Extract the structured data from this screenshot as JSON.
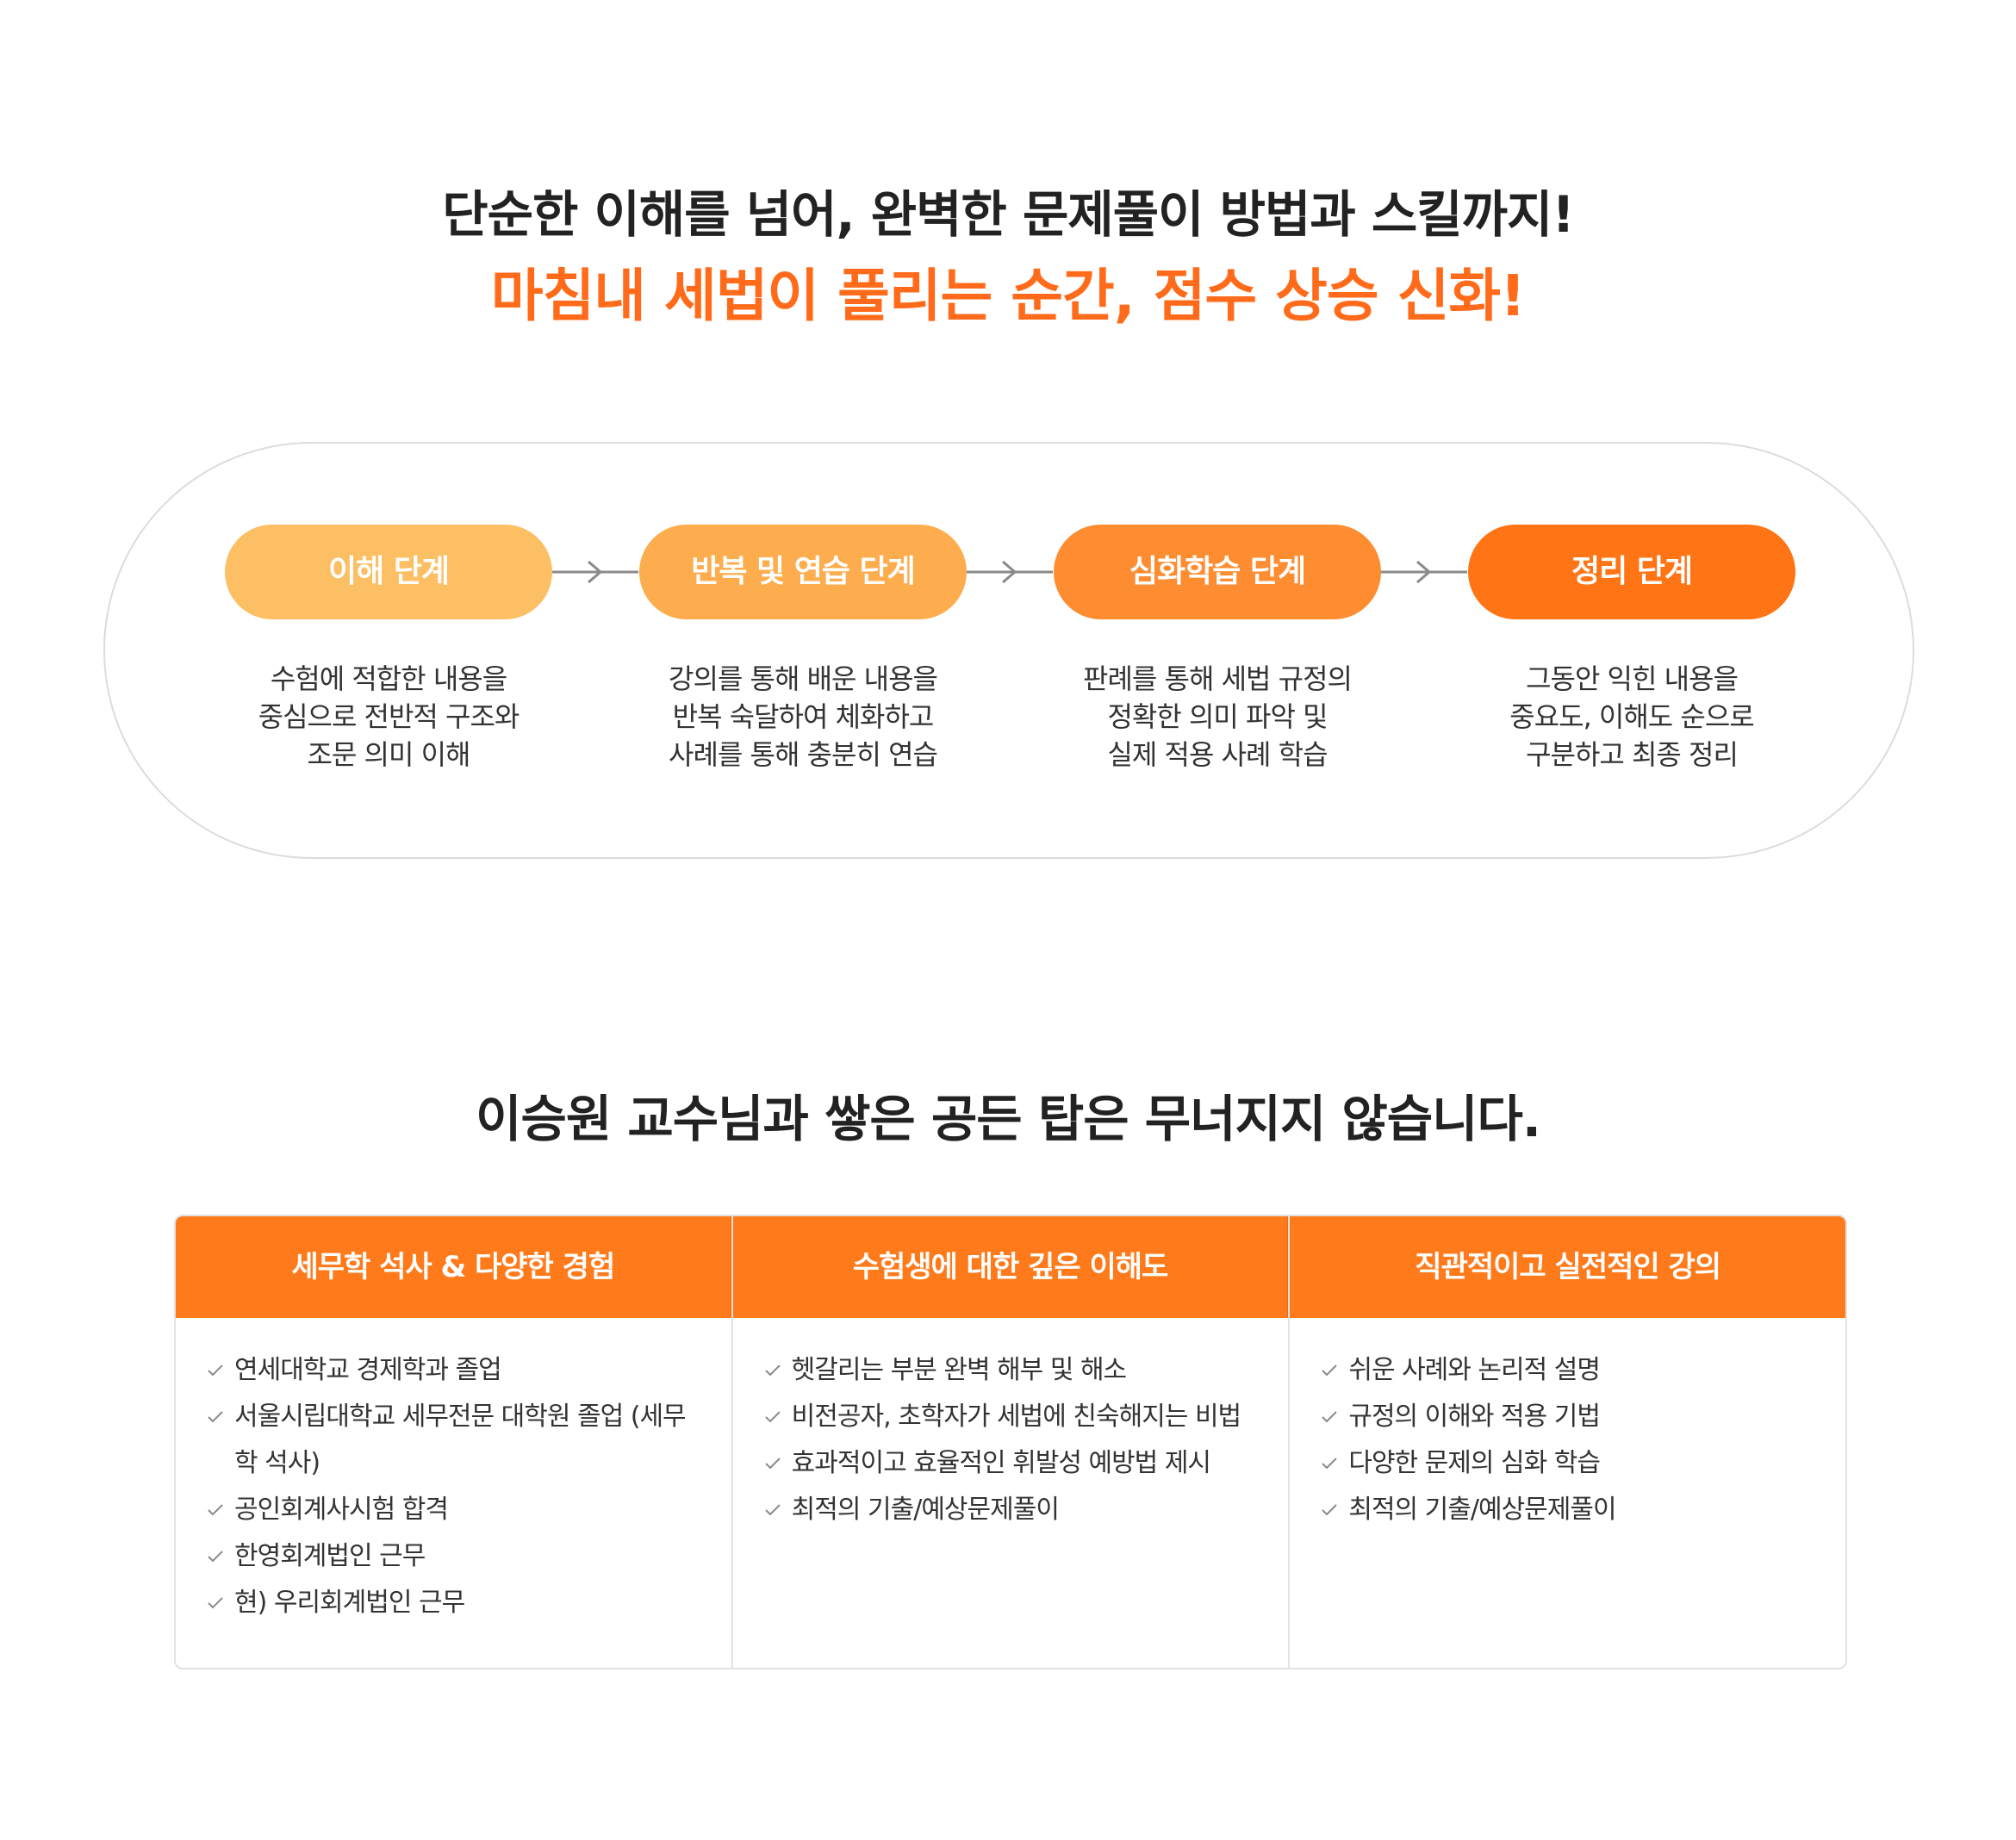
{
  "headline": {
    "line1": "단순한 이해를 넘어, 완벽한 문제풀이 방법과 스킬까지!",
    "line2": "마침내 세법이 풀리는 순간, 점수 상승 신화!"
  },
  "steps": [
    {
      "label": "이해 단계",
      "color": "#fdbf63",
      "desc": [
        "수험에 적합한 내용을",
        "중심으로 전반적 구조와",
        "조문 의미 이해"
      ]
    },
    {
      "label": "반복 및 연습 단계",
      "color": "#fdad4d",
      "desc": [
        "강의를 통해 배운  내용을",
        "반복 숙달하여 체화하고",
        "사례를 통해 충분히 연습"
      ]
    },
    {
      "label": "심화학습 단계",
      "color": "#fe8c30",
      "desc": [
        "판례를 통해 세법 규정의",
        "정확한 의미 파악 및",
        "실제 적용 사례 학습"
      ]
    },
    {
      "label": "정리 단계",
      "color": "#ff7414",
      "desc": [
        "그동안 익힌 내용을",
        "중요도, 이해도 순으로",
        "구분하고 최종 정리"
      ]
    }
  ],
  "section_title": "이승원 교수님과 쌓은 공든 탑은 무너지지 않습니다.",
  "columns": [
    {
      "title": "세무학 석사 & 다양한 경험",
      "items": [
        "연세대학교 경제학과 졸업",
        "서울시립대학교 세무전문 대학원 졸업 (세무학 석사)",
        "공인회계사시험 합격",
        "한영회계법인 근무",
        "현) 우리회계법인 근무"
      ]
    },
    {
      "title": "수험생에 대한 깊은 이해도",
      "items": [
        "헷갈리는 부분 완벽 해부 및 해소",
        "비전공자, 초학자가 세법에 친숙해지는 비법",
        "효과적이고 효율적인 휘발성 예방법 제시",
        "최적의 기출/예상문제풀이"
      ]
    },
    {
      "title": "직관적이고 실전적인 강의",
      "items": [
        "쉬운 사례와 논리적 설명",
        "규정의 이해와 적용 기법",
        "다양한 문제의 심화 학습",
        "최적의 기출/예상문제풀이"
      ]
    }
  ],
  "colors": {
    "accent": "#ff6b1a",
    "header_bg": "#ff7a1a",
    "border": "#dcdcdc"
  },
  "icons": {
    "step_arrow": "arrow-right-icon",
    "list_bullet": "check-icon"
  }
}
